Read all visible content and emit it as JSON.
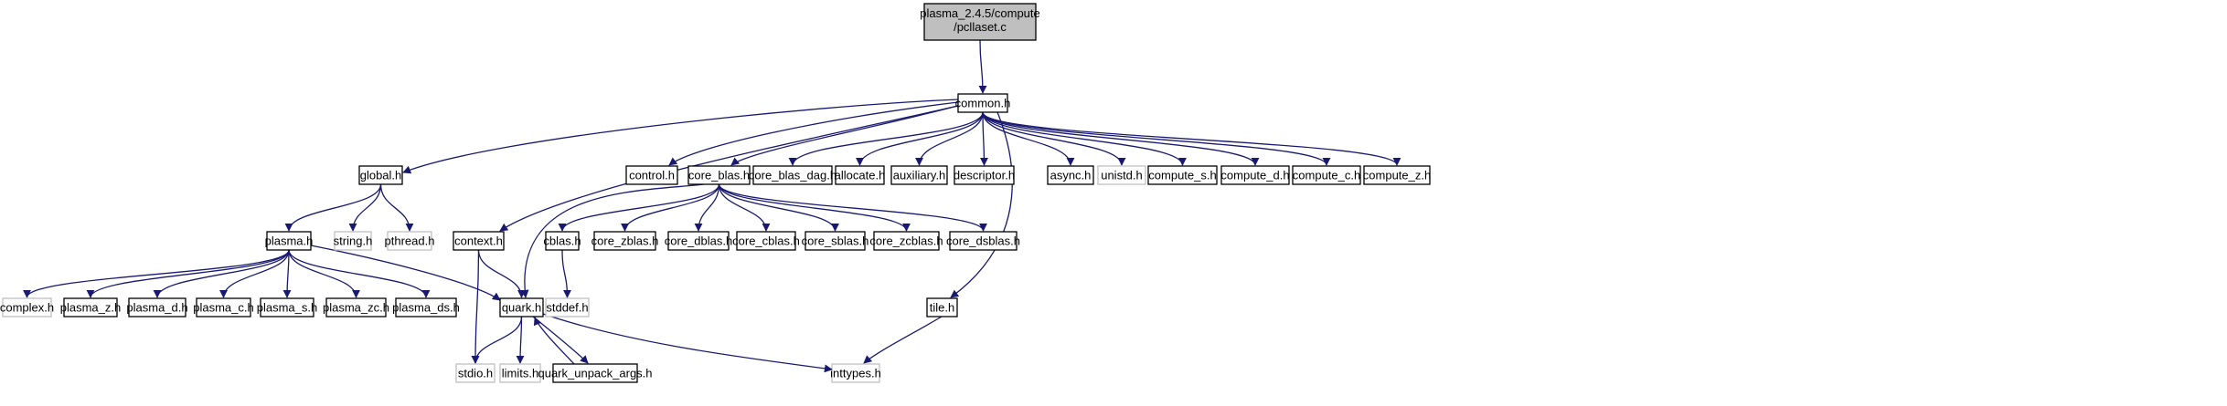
{
  "graph": {
    "colors": {
      "edge": "#191970",
      "root_fill": "#bfbfbf",
      "node_fill": "#ffffff",
      "node_border": "#000000",
      "external_border": "#bfbfbf",
      "external_text": "#8c8c8c"
    },
    "nodes": [
      {
        "id": "root",
        "lines": [
          "plasma_2.4.5/compute",
          "/pcllaset.c"
        ],
        "kind": "root"
      },
      {
        "id": "common",
        "lines": [
          "common.h"
        ],
        "kind": "normal"
      },
      {
        "id": "global",
        "lines": [
          "global.h"
        ],
        "kind": "normal"
      },
      {
        "id": "control",
        "lines": [
          "control.h"
        ],
        "kind": "normal"
      },
      {
        "id": "core_blas",
        "lines": [
          "core_blas.h"
        ],
        "kind": "normal"
      },
      {
        "id": "core_blas_dag",
        "lines": [
          "core_blas_dag.h"
        ],
        "kind": "normal"
      },
      {
        "id": "allocate",
        "lines": [
          "allocate.h"
        ],
        "kind": "normal"
      },
      {
        "id": "auxiliary",
        "lines": [
          "auxiliary.h"
        ],
        "kind": "normal"
      },
      {
        "id": "descriptor",
        "lines": [
          "descriptor.h"
        ],
        "kind": "normal"
      },
      {
        "id": "async",
        "lines": [
          "async.h"
        ],
        "kind": "normal"
      },
      {
        "id": "unistd",
        "lines": [
          "unistd.h"
        ],
        "kind": "external"
      },
      {
        "id": "compute_s",
        "lines": [
          "compute_s.h"
        ],
        "kind": "normal"
      },
      {
        "id": "compute_d",
        "lines": [
          "compute_d.h"
        ],
        "kind": "normal"
      },
      {
        "id": "compute_c",
        "lines": [
          "compute_c.h"
        ],
        "kind": "normal"
      },
      {
        "id": "compute_z",
        "lines": [
          "compute_z.h"
        ],
        "kind": "normal"
      },
      {
        "id": "plasma",
        "lines": [
          "plasma.h"
        ],
        "kind": "normal"
      },
      {
        "id": "string",
        "lines": [
          "string.h"
        ],
        "kind": "external"
      },
      {
        "id": "pthread",
        "lines": [
          "pthread.h"
        ],
        "kind": "external"
      },
      {
        "id": "context",
        "lines": [
          "context.h"
        ],
        "kind": "normal"
      },
      {
        "id": "cblas",
        "lines": [
          "cblas.h"
        ],
        "kind": "normal"
      },
      {
        "id": "core_zblas",
        "lines": [
          "core_zblas.h"
        ],
        "kind": "normal"
      },
      {
        "id": "core_dblas",
        "lines": [
          "core_dblas.h"
        ],
        "kind": "normal"
      },
      {
        "id": "core_cblas",
        "lines": [
          "core_cblas.h"
        ],
        "kind": "normal"
      },
      {
        "id": "core_sblas",
        "lines": [
          "core_sblas.h"
        ],
        "kind": "normal"
      },
      {
        "id": "core_zcblas",
        "lines": [
          "core_zcblas.h"
        ],
        "kind": "normal"
      },
      {
        "id": "core_dsblas",
        "lines": [
          "core_dsblas.h"
        ],
        "kind": "normal"
      },
      {
        "id": "complex",
        "lines": [
          "complex.h"
        ],
        "kind": "external"
      },
      {
        "id": "plasma_z",
        "lines": [
          "plasma_z.h"
        ],
        "kind": "normal"
      },
      {
        "id": "plasma_d",
        "lines": [
          "plasma_d.h"
        ],
        "kind": "normal"
      },
      {
        "id": "plasma_c",
        "lines": [
          "plasma_c.h"
        ],
        "kind": "normal"
      },
      {
        "id": "plasma_s",
        "lines": [
          "plasma_s.h"
        ],
        "kind": "normal"
      },
      {
        "id": "plasma_zc",
        "lines": [
          "plasma_zc.h"
        ],
        "kind": "normal"
      },
      {
        "id": "plasma_ds",
        "lines": [
          "plasma_ds.h"
        ],
        "kind": "normal"
      },
      {
        "id": "quark",
        "lines": [
          "quark.h"
        ],
        "kind": "normal"
      },
      {
        "id": "stddef",
        "lines": [
          "stddef.h"
        ],
        "kind": "external"
      },
      {
        "id": "tile",
        "lines": [
          "tile.h"
        ],
        "kind": "normal"
      },
      {
        "id": "stdio",
        "lines": [
          "stdio.h"
        ],
        "kind": "external"
      },
      {
        "id": "limits",
        "lines": [
          "limits.h"
        ],
        "kind": "external"
      },
      {
        "id": "quark_unpack_args",
        "lines": [
          "quark_unpack_args.h"
        ],
        "kind": "normal"
      },
      {
        "id": "inttypes",
        "lines": [
          "inttypes.h"
        ],
        "kind": "external"
      }
    ],
    "edges": [
      [
        "root",
        "common"
      ],
      [
        "common",
        "global"
      ],
      [
        "common",
        "control"
      ],
      [
        "common",
        "core_blas"
      ],
      [
        "common",
        "core_blas_dag"
      ],
      [
        "common",
        "allocate"
      ],
      [
        "common",
        "auxiliary"
      ],
      [
        "common",
        "descriptor"
      ],
      [
        "common",
        "async"
      ],
      [
        "common",
        "unistd"
      ],
      [
        "common",
        "compute_s"
      ],
      [
        "common",
        "compute_d"
      ],
      [
        "common",
        "compute_c"
      ],
      [
        "common",
        "compute_z"
      ],
      [
        "common",
        "context"
      ],
      [
        "common",
        "tile"
      ],
      [
        "global",
        "plasma"
      ],
      [
        "global",
        "string"
      ],
      [
        "global",
        "pthread"
      ],
      [
        "plasma",
        "complex"
      ],
      [
        "plasma",
        "plasma_z"
      ],
      [
        "plasma",
        "plasma_d"
      ],
      [
        "plasma",
        "plasma_c"
      ],
      [
        "plasma",
        "plasma_s"
      ],
      [
        "plasma",
        "plasma_zc"
      ],
      [
        "plasma",
        "plasma_ds"
      ],
      [
        "plasma",
        "quark"
      ],
      [
        "core_blas",
        "cblas"
      ],
      [
        "core_blas",
        "core_zblas"
      ],
      [
        "core_blas",
        "core_dblas"
      ],
      [
        "core_blas",
        "core_cblas"
      ],
      [
        "core_blas",
        "core_sblas"
      ],
      [
        "core_blas",
        "core_zcblas"
      ],
      [
        "core_blas",
        "core_dsblas"
      ],
      [
        "core_blas",
        "quark"
      ],
      [
        "cblas",
        "stddef"
      ],
      [
        "context",
        "stdio"
      ],
      [
        "context",
        "quark"
      ],
      [
        "quark",
        "stdio"
      ],
      [
        "quark",
        "limits"
      ],
      [
        "quark",
        "quark_unpack_args"
      ],
      [
        "quark",
        "inttypes"
      ],
      [
        "quark_unpack_args",
        "quark"
      ],
      [
        "tile",
        "inttypes"
      ]
    ]
  }
}
